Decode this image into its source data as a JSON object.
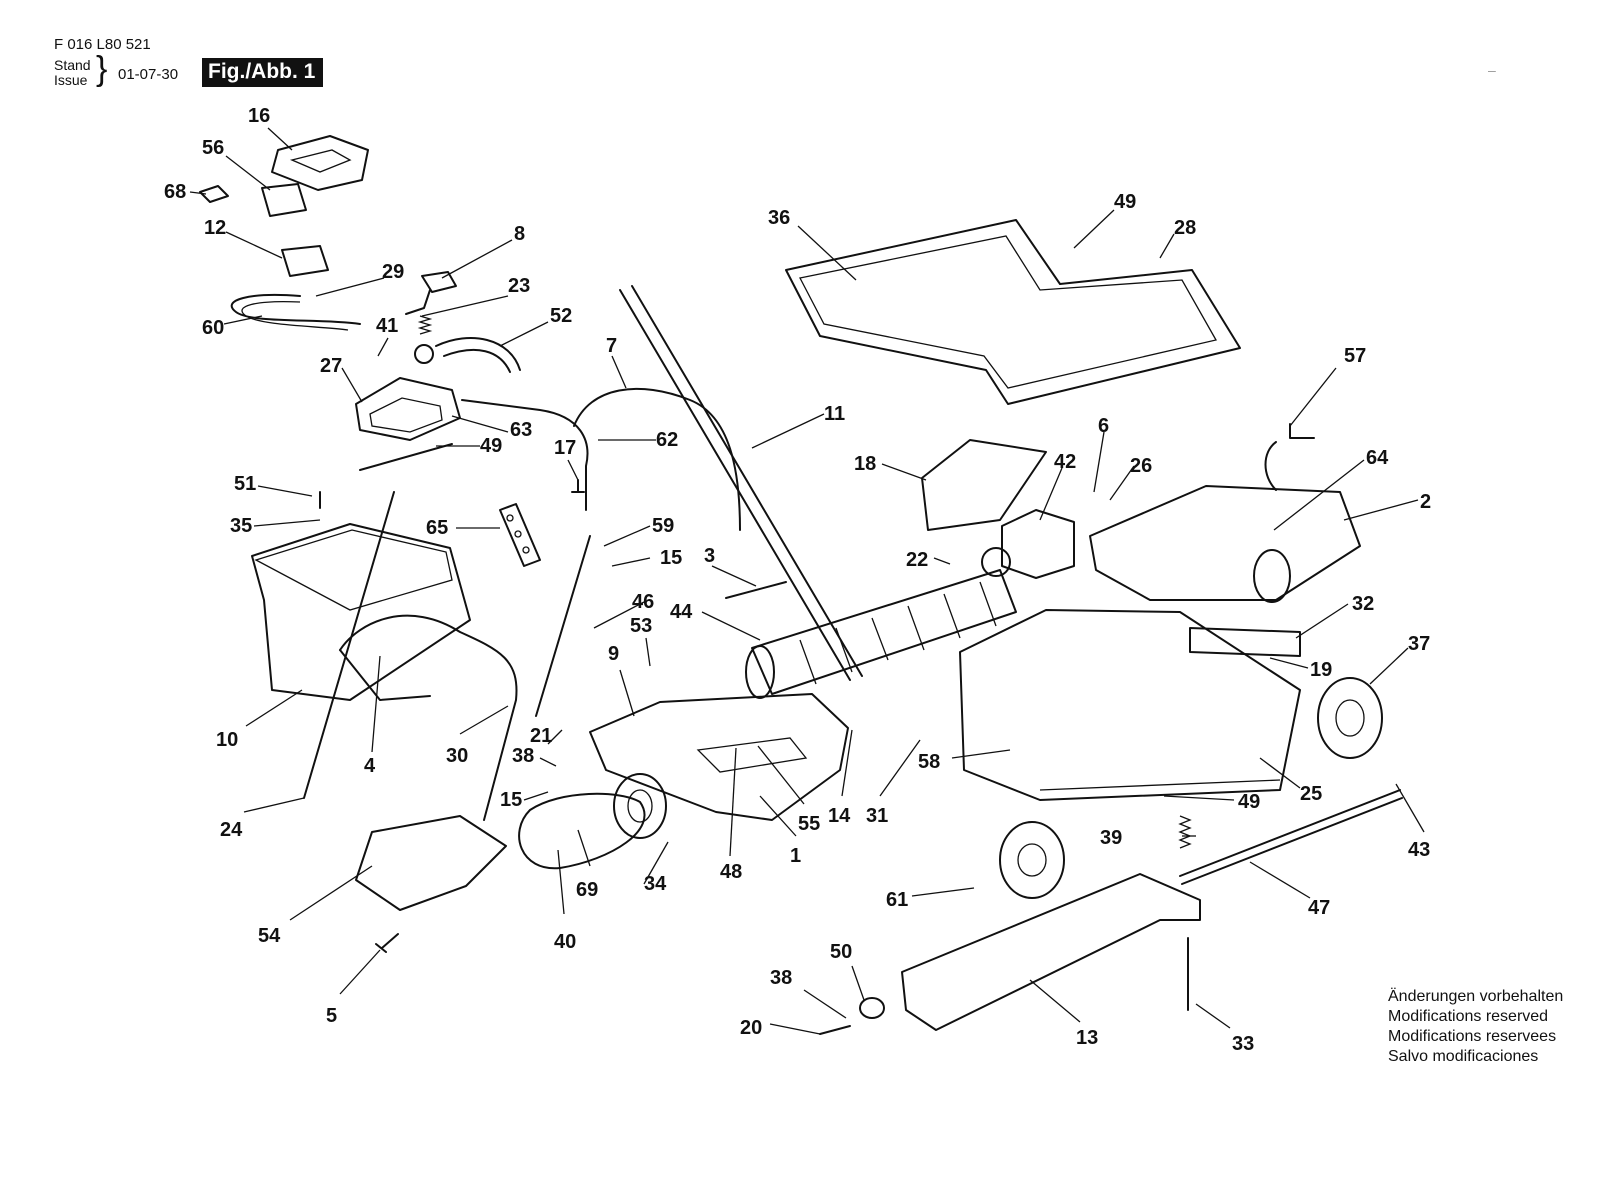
{
  "header": {
    "part_number": "F 016 L80 521",
    "stand_label": "Stand",
    "issue_label": "Issue",
    "date": "01-07-30",
    "figure_label": "Fig./Abb. 1",
    "dash": "–"
  },
  "notes": [
    "Änderungen vorbehalten",
    "Modifications reserved",
    "Modifications reservees",
    "Salvo modificaciones"
  ],
  "callouts": [
    "16",
    "56",
    "68",
    "12",
    "29",
    "60",
    "8",
    "23",
    "52",
    "41",
    "27",
    "63",
    "49",
    "7",
    "62",
    "17",
    "51",
    "35",
    "65",
    "59",
    "15",
    "3",
    "46",
    "44",
    "53",
    "9",
    "10",
    "4",
    "30",
    "21",
    "38",
    "15",
    "24",
    "54",
    "40",
    "69",
    "34",
    "48",
    "55",
    "1",
    "14",
    "31",
    "5",
    "36",
    "49",
    "28",
    "11",
    "18",
    "42",
    "6",
    "26",
    "22",
    "57",
    "64",
    "2",
    "32",
    "19",
    "37",
    "58",
    "25",
    "49",
    "39",
    "43",
    "47",
    "61",
    "50",
    "38",
    "20",
    "13",
    "33"
  ]
}
